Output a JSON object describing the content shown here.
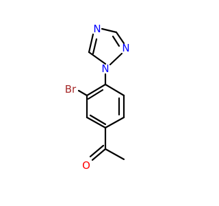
{
  "molecule": {
    "atoms": {
      "n_top": {
        "label": "N",
        "color": "#0000ff"
      },
      "n_right": {
        "label": "N",
        "color": "#0000ff"
      },
      "n_sub": {
        "label": "N",
        "color": "#0000ff"
      },
      "br": {
        "label": "Br",
        "color": "#a62929"
      },
      "o": {
        "label": "O",
        "color": "#ff0000"
      }
    },
    "bond_color": "#000000"
  }
}
